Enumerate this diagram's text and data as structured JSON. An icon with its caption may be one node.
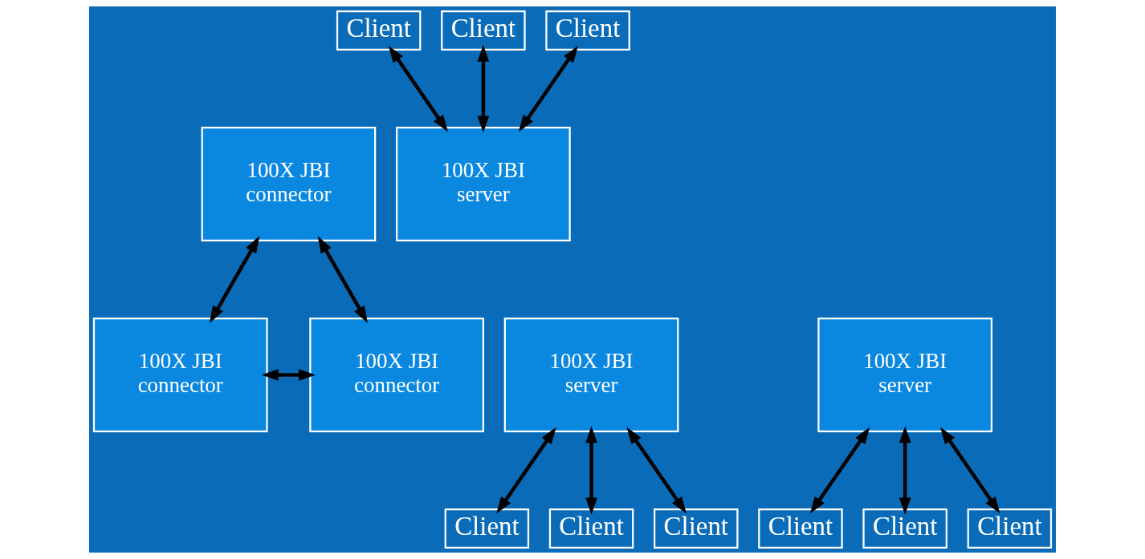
{
  "diagram": {
    "nodes": [
      {
        "text": [
          "Client"
        ]
      },
      {
        "text": [
          "Client"
        ]
      },
      {
        "text": [
          "Client"
        ]
      },
      {
        "text": [
          "100X JBI connector"
        ]
      },
      {
        "text": [
          "100X JBI server"
        ]
      },
      {
        "text": [
          "100X JBI server"
        ]
      },
      {
        "text": [
          "100X JBI connector"
        ]
      },
      {
        "text": [
          "100X JBI connector"
        ]
      },
      {
        "text": [
          "100X JBI server"
        ]
      },
      {
        "text": [
          "Client"
        ]
      },
      {
        "text": [
          "Client"
        ]
      },
      {
        "text": [
          "Client"
        ]
      },
      {
        "text": [
          "Client"
        ]
      },
      {
        "text": [
          "Client"
        ]
      },
      {
        "text": [
          "Client"
        ]
      }
    ],
    "edges": [
      {
        "from": 0,
        "to": 4,
        "arrow": "both"
      },
      {
        "from": 1,
        "to": 4,
        "arrow": "both"
      },
      {
        "from": 2,
        "to": 4,
        "arrow": "both"
      },
      {
        "from": 3,
        "to": 6,
        "arrow": "both"
      },
      {
        "from": 3,
        "to": 7,
        "arrow": "both"
      },
      {
        "from": 6,
        "to": 7,
        "arrow": "both"
      },
      {
        "from": 9,
        "to": 5,
        "arrow": "both"
      },
      {
        "from": 10,
        "to": 5,
        "arrow": "both"
      },
      {
        "from": 11,
        "to": 5,
        "arrow": "both"
      },
      {
        "from": 12,
        "to": 8,
        "arrow": "both"
      },
      {
        "from": 13,
        "to": 8,
        "arrow": "both"
      },
      {
        "from": 14,
        "to": 8,
        "arrow": "both"
      }
    ]
  }
}
